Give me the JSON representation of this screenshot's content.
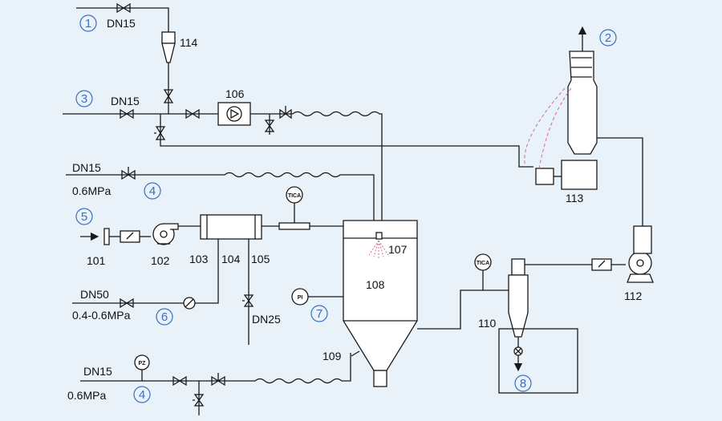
{
  "streams": {
    "s1": "1",
    "s2": "2",
    "s3": "3",
    "s4a": "4",
    "s4b": "4",
    "s5": "5",
    "s6": "6",
    "s7": "7",
    "s8": "8"
  },
  "pipe_sizes": {
    "line1": "DN15",
    "line3": "DN15",
    "line4a": "DN15",
    "line4a_pressure": "0.6MPa",
    "line6": "DN50",
    "line6_pressure": "0.4-0.6MPa",
    "drain": "DN25",
    "line4b": "DN15",
    "line4b_pressure": "0.6MPa"
  },
  "equipment": {
    "e101": "101",
    "e102": "102",
    "e103": "103",
    "e104": "104",
    "e105": "105",
    "e106": "106",
    "e107": "107",
    "e108": "108",
    "e109": "109",
    "e110": "110",
    "e112": "112",
    "e113": "113",
    "e114": "114"
  },
  "instruments": {
    "tica1": "TICA",
    "tica2": "TICA",
    "pi": "PI",
    "pz": "PZ"
  }
}
